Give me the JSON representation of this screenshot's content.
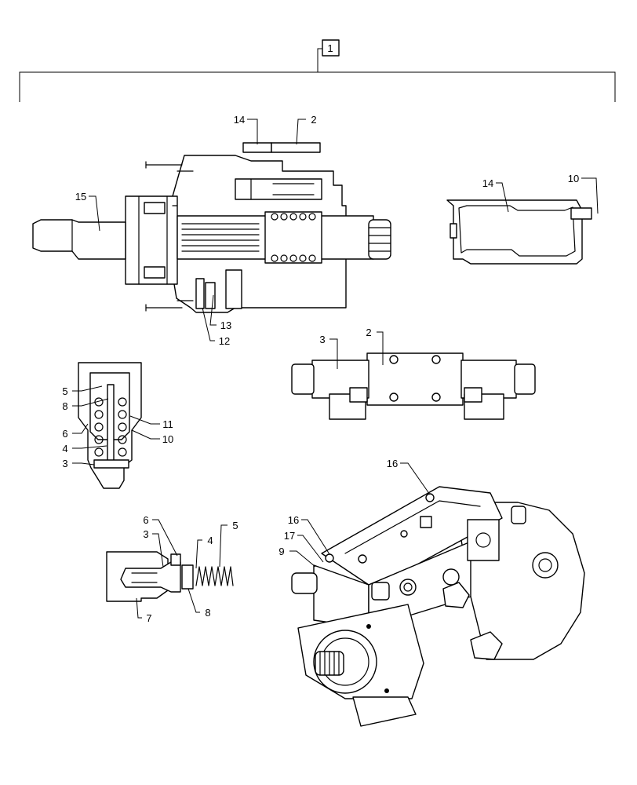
{
  "assembly_callout": "1",
  "views": {
    "pump_section": {
      "callouts": [
        "14",
        "2",
        "15",
        "13",
        "12"
      ]
    },
    "side_cover": {
      "callouts": [
        "14",
        "10"
      ]
    },
    "valve_block": {
      "callouts": [
        "3",
        "2"
      ]
    },
    "pressure_valve": {
      "callouts": [
        "5",
        "8",
        "6",
        "4",
        "3",
        "11",
        "10"
      ]
    },
    "cutoff_valve": {
      "callouts": [
        "6",
        "3",
        "4",
        "5",
        "7",
        "8"
      ]
    },
    "pump_assembly": {
      "callouts": [
        "16",
        "16",
        "17",
        "9"
      ]
    }
  }
}
